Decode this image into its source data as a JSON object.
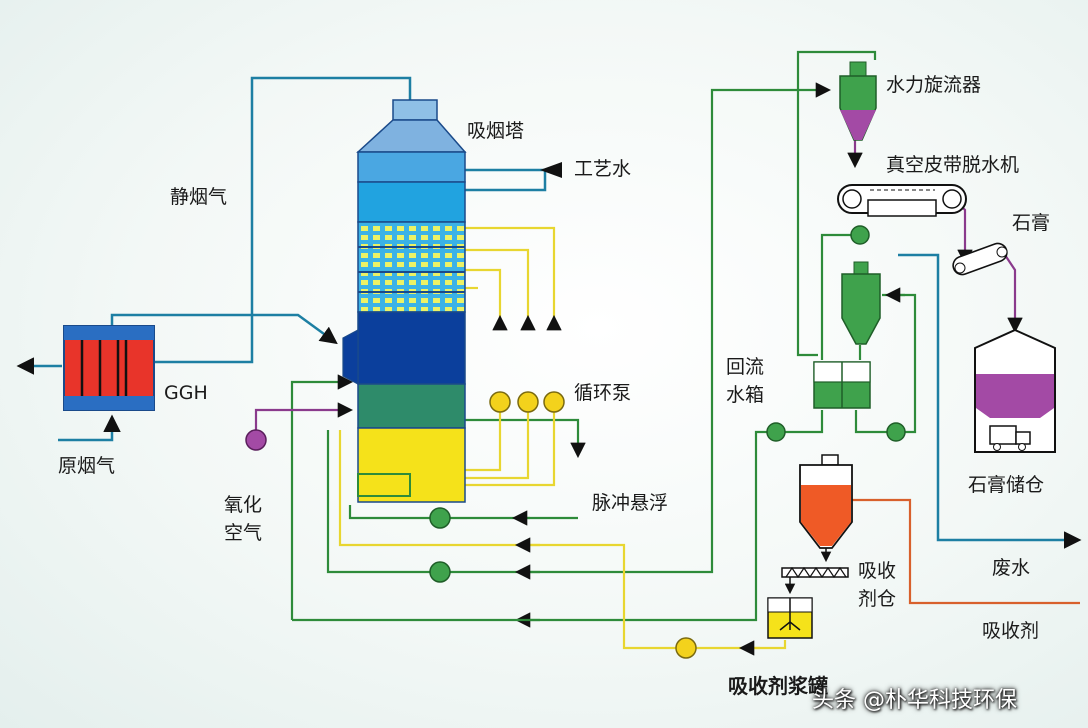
{
  "labels": {
    "absorber_tower": "吸烟塔",
    "process_water": "工艺水",
    "clean_flue_gas": "静烟气",
    "ggh": "GGH",
    "raw_flue_gas": "原烟气",
    "circulation_pump": "循环泵",
    "pulse_suspension": "脉冲悬浮",
    "oxidation_air_1": "氧化",
    "oxidation_air_2": "空气",
    "hydrocyclone": "水力旋流器",
    "vacuum_belt_filter": "真空皮带脱水机",
    "gypsum": "石膏",
    "reflux_tank_1": "回流",
    "reflux_tank_2": "水箱",
    "gypsum_storage": "石膏储仓",
    "waste_water": "废水",
    "absorbent_silo_1": "吸收",
    "absorbent_silo_2": "剂仓",
    "absorbent": "吸收剂",
    "absorbent_slurry_tank": "吸收剂浆罐"
  },
  "watermark": "头条 @朴华科技环保",
  "colors": {
    "gas_line": "#1d7fa3",
    "slurry_line": "#2e8b3a",
    "yellow_line": "#e8d630",
    "purple_line": "#8a3a8c",
    "absorbent_line": "#d8602c",
    "tower_dark_blue": "#0b3f9c",
    "tower_light_blue": "#21a3e0",
    "spray_green": "#5fd05a",
    "tank_yellow": "#f5e21a",
    "ggh_red": "#e8342a"
  }
}
